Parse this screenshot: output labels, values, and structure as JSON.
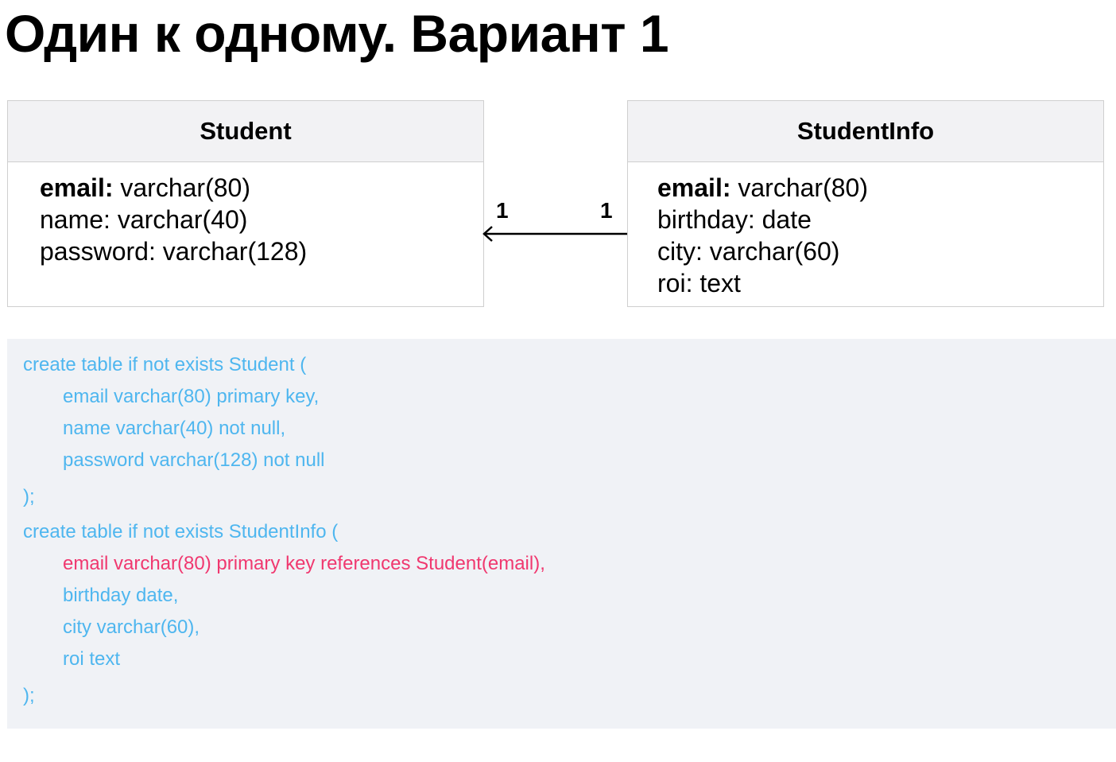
{
  "title": "Один к одному. Вариант 1",
  "entities": {
    "student": {
      "name": "Student",
      "attributes": [
        {
          "name": "email:",
          "type": " varchar(80)",
          "key": true
        },
        {
          "name": "name:",
          "type": " varchar(40)",
          "key": false
        },
        {
          "name": "password:",
          "type": " varchar(128)",
          "key": false
        }
      ]
    },
    "student_info": {
      "name": "StudentInfo",
      "attributes": [
        {
          "name": "email:",
          "type": " varchar(80)",
          "key": true
        },
        {
          "name": "birthday:",
          "type": " date",
          "key": false
        },
        {
          "name": "city:",
          "type": " varchar(60)",
          "key": false
        },
        {
          "name": "roi:",
          "type": " text",
          "key": false
        }
      ]
    }
  },
  "relationship": {
    "left_cardinality": "1",
    "right_cardinality": "1"
  },
  "code": {
    "lines": [
      "create table if not exists Student (",
      "email varchar(80) primary key,",
      "name varchar(40) not null,",
      "password varchar(128) not null",
      ");",
      "create table if not exists StudentInfo (",
      "email varchar(80) primary key references Student(email),",
      "birthday date,",
      "city varchar(60),",
      "roi text",
      ");"
    ]
  },
  "colors": {
    "code_text": "#4eb6ef",
    "code_highlight": "#f0386f",
    "code_background": "#f0f2f6",
    "header_background": "#f2f2f4"
  }
}
